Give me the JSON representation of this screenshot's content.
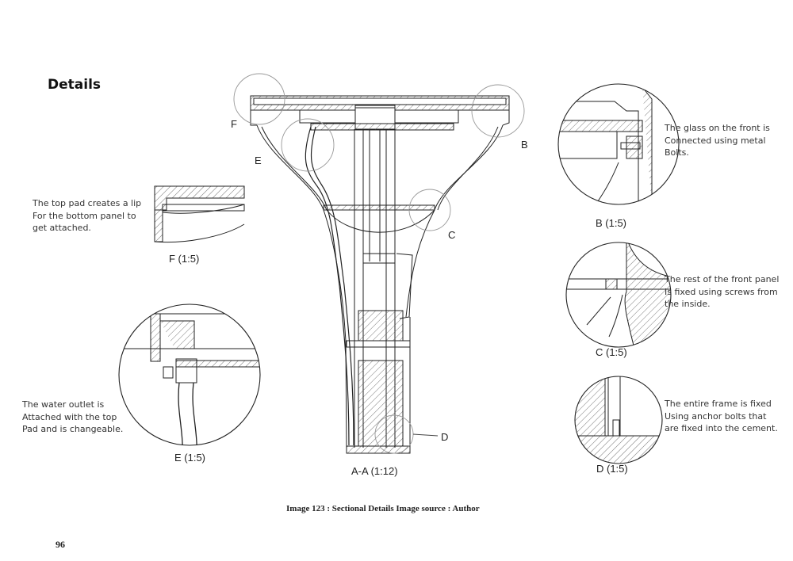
{
  "heading": "Details",
  "notes": {
    "f": "The top pad creates a lip\nFor the bottom panel to\nget attached.",
    "e": "The water outlet is\nAttached with the top\nPad and is changeable.",
    "b": "The glass on the front is\nConnected using metal\nBolts.",
    "c": "The rest of the front panel\nIs fixed using screws from\nthe inside.",
    "d": "The entire frame is fixed\nUsing anchor bolts that\nare fixed into the cement."
  },
  "callouts": {
    "F": "F",
    "E": "E",
    "B": "B",
    "C": "C",
    "D": "D"
  },
  "detail_labels": {
    "f": "F (1:5)",
    "e": "E (1:5)",
    "b": "B (1:5)",
    "c": "C (1:5)",
    "d": "D (1:5)",
    "main": "A-A (1:12)"
  },
  "caption": "Image 123 :  Sectional Details  Image source : Author",
  "page_number": "96"
}
